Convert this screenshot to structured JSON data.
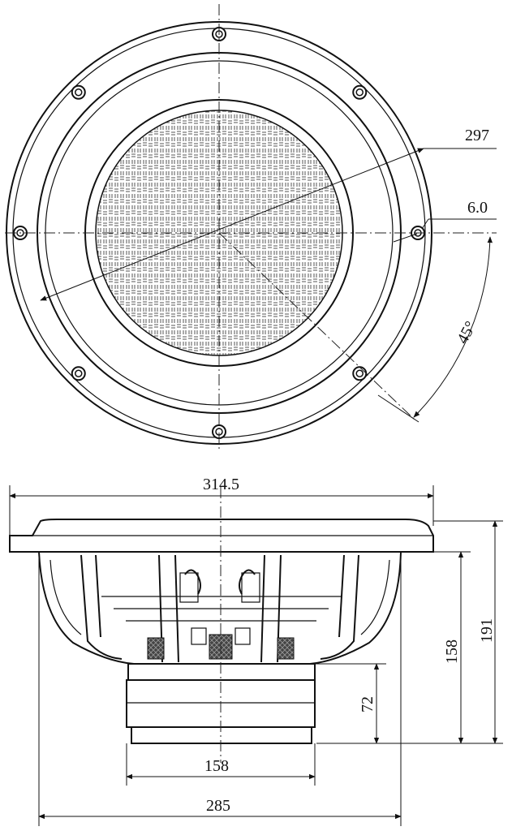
{
  "dimensions": {
    "grille_diameter": "297",
    "hole_diameter": "6.0",
    "bolt_angle": "45°",
    "frame_outer_diameter": "314.5",
    "total_depth": "191",
    "mounting_depth": "158",
    "magnet_height": "72",
    "magnet_diameter": "158",
    "cutout_diameter": "285"
  },
  "colors": {
    "line": "#111111",
    "background": "#ffffff"
  }
}
